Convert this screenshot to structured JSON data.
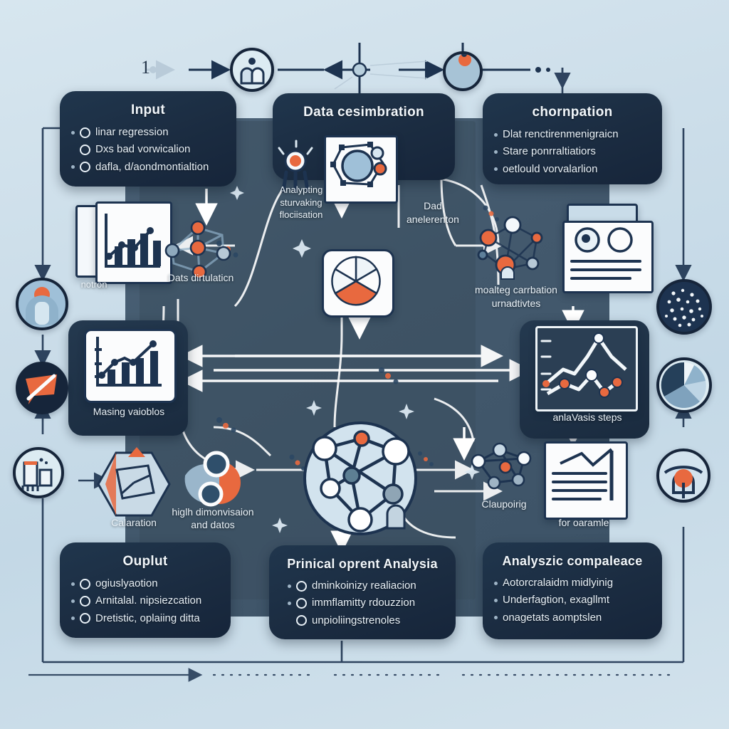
{
  "diagram": {
    "title_number": "1",
    "colors": {
      "background": "#cfe0ea",
      "panel": "#455c70",
      "card": "#1b2c41",
      "accent_orange": "#e8693f",
      "accent_blue": "#7fa8c8",
      "line": "#ffffff",
      "arrow_dark": "#1d3350",
      "text_light": "#eef4f8"
    },
    "cards": [
      {
        "id": "input",
        "title": "Input",
        "items": [
          "linar regression",
          "Dxs bad vorwicalion",
          "dafla, d/aondmontialtion"
        ],
        "bullet": "ring"
      },
      {
        "id": "data-examination",
        "title": "Data cesimbration",
        "items": [],
        "bullet": "none"
      },
      {
        "id": "comparison",
        "title": "chornpation",
        "items": [
          "Dlat renctirenmenigraicn",
          "Stare ponrraltiatiors",
          "oetlould vorvalarlion"
        ],
        "bullet": "dot"
      },
      {
        "id": "output",
        "title": "Ouplut",
        "items": [
          "ogiuslyaotion",
          "Arnitalal. nipsiezcation",
          "Dretistic, oplaiing ditta"
        ],
        "bullet": "ring"
      },
      {
        "id": "principal-component-analysis",
        "title": "Prinical oprent Analysia",
        "items": [
          "dminkoinizy realiacion",
          "immflamitty rdouzzion",
          "unpioliingstrenoles"
        ],
        "bullet": "ring"
      },
      {
        "id": "analysis-compliance",
        "title": "Analyszic compaleace",
        "items": [
          "Aotorcralaidm midlyinig",
          "Underfagtion, exagllmt",
          "onagetats aomptslen"
        ],
        "bullet": "dot"
      }
    ],
    "node_labels": [
      {
        "id": "panel-left-caption",
        "text": "notron"
      },
      {
        "id": "data-attribution",
        "text": "Dats dirtulaticn"
      },
      {
        "id": "analyzing-structuring",
        "text": "Analypting\nsturvaking\nflociisation"
      },
      {
        "id": "data-extraction",
        "text": "Dad\nanelerenton"
      },
      {
        "id": "missing-correlation",
        "text": "moalteg carrbation\nurnadtivtes"
      },
      {
        "id": "missing-variables",
        "text": "Masing vaioblos"
      },
      {
        "id": "analysis-steps",
        "text": "anlaVasis steps"
      },
      {
        "id": "calibration",
        "text": "Calaration"
      },
      {
        "id": "high-dimension-data",
        "text": "higlh dimonvisaion\nand datos"
      },
      {
        "id": "clustering",
        "text": "Claupoirig"
      },
      {
        "id": "for-example",
        "text": "for oaramle"
      }
    ],
    "side_badges": [
      {
        "id": "person-badge",
        "icon": "person-icon",
        "position": "left-upper"
      },
      {
        "id": "speech-badge",
        "icon": "speech-bubble-icon",
        "position": "left-middle"
      },
      {
        "id": "bar-chart-badge",
        "icon": "bar-chart-icon",
        "position": "left-lower"
      },
      {
        "id": "scatter-cluster-badge",
        "icon": "scatter-dots-icon",
        "position": "right-upper"
      },
      {
        "id": "pie-chart-badge",
        "icon": "pie-chart-icon",
        "position": "right-middle"
      },
      {
        "id": "target-person-badge",
        "icon": "target-person-icon",
        "position": "right-lower"
      }
    ],
    "top_row": [
      {
        "id": "top-people-badge",
        "icon": "people-group-icon"
      },
      {
        "id": "top-node-junction",
        "icon": "node-junction-icon"
      },
      {
        "id": "top-orange-node-badge",
        "icon": "circle-node-icon"
      }
    ],
    "center_icons": [
      {
        "id": "donut-network-tile",
        "icon": "donut-network-icon"
      },
      {
        "id": "pie-slice-tile",
        "icon": "pie-slice-icon"
      },
      {
        "id": "network-graph-tile",
        "icon": "network-graph-icon"
      }
    ]
  }
}
